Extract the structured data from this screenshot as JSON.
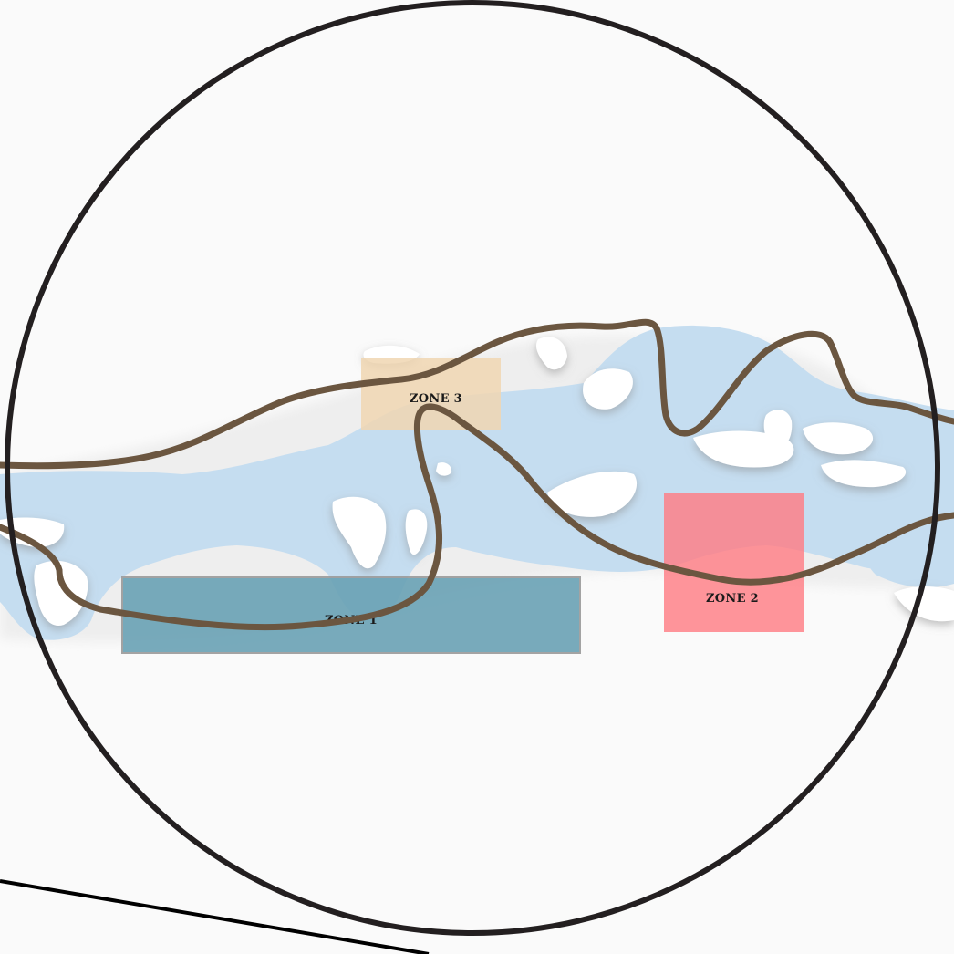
{
  "map": {
    "colors": {
      "background": "#fafafa",
      "water": "#c5ddf0",
      "route": "#6b5640",
      "frame": "#231f20"
    },
    "zones": [
      {
        "id": "zone-1",
        "label": "ZONE 1",
        "color": "#6aa2b5"
      },
      {
        "id": "zone-2",
        "label": "ZONE 2",
        "color": "#ff7a82"
      },
      {
        "id": "zone-3",
        "label": "ZONE 3",
        "color": "#f0d6b2"
      }
    ]
  }
}
